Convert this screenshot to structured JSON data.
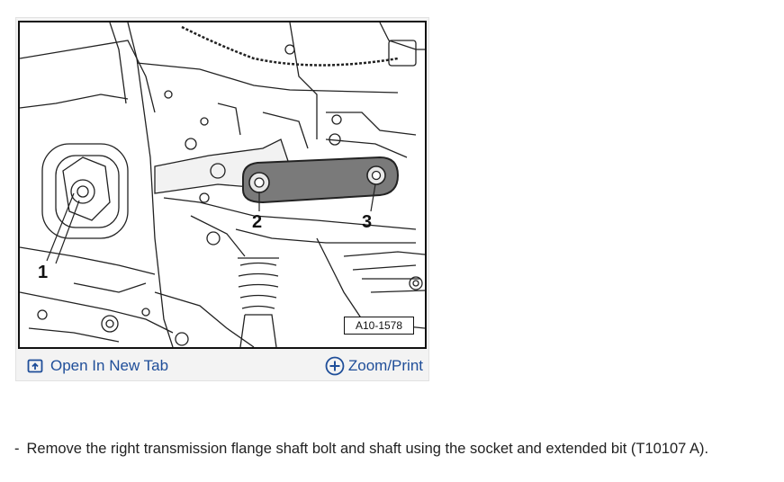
{
  "figure": {
    "callouts": [
      "1",
      "2",
      "3"
    ],
    "reference_code": "A10-1578"
  },
  "toolbar": {
    "open_tab_label": "Open In New Tab",
    "zoom_label": "Zoom/Print",
    "open_tab_icon": "external-window-icon",
    "zoom_icon": "plus-circle-icon",
    "link_color": "#1f4e99"
  },
  "instruction": {
    "bullet": "-",
    "text": "Remove the right transmission flange shaft bolt and shaft using the socket and extended bit (T10107 A)."
  }
}
